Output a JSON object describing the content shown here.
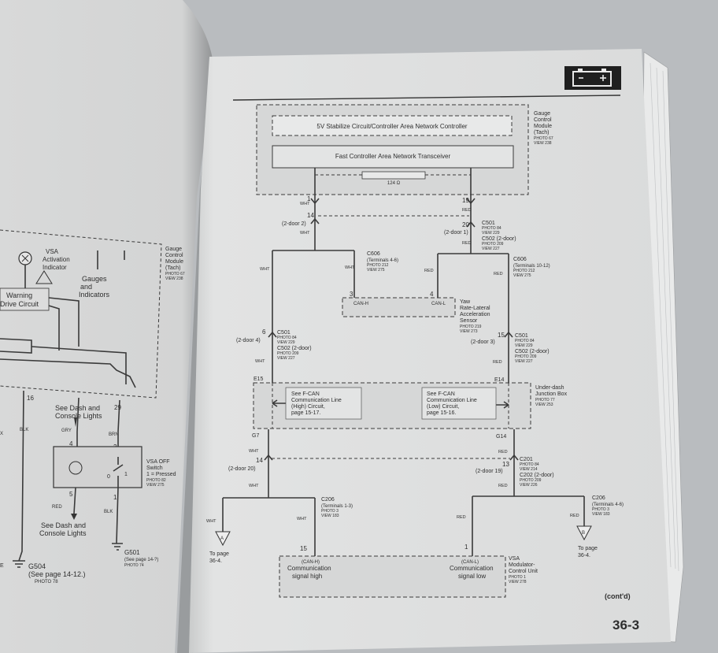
{
  "header": {
    "page_number": "36-3",
    "contd": "(cont'd)",
    "section_icon": "battery-icon"
  },
  "module": {
    "name": [
      "Gauge",
      "Control",
      "Module",
      "(Tach)"
    ],
    "ref": [
      "PHOTO 67",
      "VIEW 238"
    ],
    "stabilize": "5V Stabilize Circuit/Controller Area Network Controller",
    "transceiver": "Fast Controller Area Network Transceiver",
    "resistor": "124 Ω"
  },
  "wires": {
    "wht": "WHT",
    "red": "RED"
  },
  "pins": {
    "p1": "1",
    "p19": "19",
    "p14": "14",
    "p20": "20",
    "p3": "3",
    "p4": "4",
    "p6": "6",
    "p15": "15",
    "p14b": "14",
    "p13": "13",
    "p15b": "15",
    "p1b": "1"
  },
  "connectors": {
    "door2": "(2-door 2)",
    "door1": "(2-door 1)",
    "door4": "(2-door 4)",
    "door3": "(2-door 3)",
    "door20": "(2-door 20)",
    "door19": "(2-door 19)",
    "c501_right": [
      "C501",
      "PHOTO 84",
      "VIEW 229",
      "C502 (2-door)",
      "PHOTO 209",
      "VIEW 227"
    ],
    "c606_left": [
      "C606",
      "(Terminals 4-6)",
      "PHOTO 212",
      "VIEW 275"
    ],
    "c606_right": [
      "C606",
      "(Terminals 10-12)",
      "PHOTO 212",
      "VIEW 275"
    ],
    "c501_mid_left": [
      "C501",
      "PHOTO 84",
      "VIEW 229",
      "C502 (2-door)",
      "PHOTO 209",
      "VIEW 227"
    ],
    "c501_mid_right": [
      "C501",
      "PHOTO 84",
      "VIEW 229",
      "C502 (2-door)",
      "PHOTO 209",
      "VIEW 227"
    ],
    "c201": [
      "C201",
      "PHOTO 84",
      "VIEW 214",
      "C202 (2-door)",
      "PHOTO 209",
      "VIEW 226"
    ],
    "c206_left": [
      "C206",
      "(Terminals 1-3)",
      "PHOTO 3",
      "VIEW 183"
    ],
    "c206_right": [
      "C206",
      "(Terminals 4-6)",
      "PHOTO 3",
      "VIEW 183"
    ]
  },
  "yaw": {
    "canh": "CAN-H",
    "canl": "CAN-L",
    "label": [
      "Yaw",
      "Rate-Lateral",
      "Acceleration",
      "Sensor"
    ],
    "ref": [
      "PHOTO 219",
      "VIEW 273"
    ]
  },
  "junction": {
    "e15": "E15",
    "e14": "E14",
    "g7": "G7",
    "g14": "G14",
    "name": [
      "Under-dash",
      "Junction Box"
    ],
    "ref": [
      "PHOTO 77",
      "VIEW 253"
    ],
    "left_text": [
      "See F-CAN",
      "Communication Line",
      "(High) Circuit,",
      "page 15-17."
    ],
    "right_text": [
      "See F-CAN",
      "Communication Line",
      "(Low) Circuit,",
      "page 15-16."
    ]
  },
  "topage": {
    "a": "A",
    "b": "B",
    "left": [
      "To page",
      "36-4."
    ],
    "right": [
      "To page",
      "36-4."
    ]
  },
  "vsa": {
    "canh": "(CAN-H)",
    "canl": "(CAN-L)",
    "high": [
      "Communication",
      "signal high"
    ],
    "low": [
      "Communication",
      "signal low"
    ],
    "name": [
      "VSA",
      "Modulator-",
      "Control Unit"
    ],
    "ref": [
      "PHOTO 1",
      "VIEW 278"
    ]
  },
  "leftpage": {
    "gcm": [
      "Gauge",
      "Control",
      "Module",
      "(Tach)"
    ],
    "gcm_ref": [
      "PHOTO 67",
      "VIEW 238"
    ],
    "vsa_ind": [
      "VSA",
      "Activation",
      "Indicator"
    ],
    "gauges": [
      "Gauges",
      "and",
      "Indicators"
    ],
    "warning": [
      "Warning",
      "Drive Circuit"
    ],
    "pin16": "16",
    "pin29": "29",
    "pin4": "4",
    "pin2": "2",
    "pin5": "5",
    "pin1": "1",
    "blk": "BLK",
    "gry": "GRY",
    "brn": "BRN",
    "red": "RED",
    "blk2": "BLK",
    "see_top": [
      "See Dash and",
      "Console Lights"
    ],
    "see_bottom": [
      "See Dash and",
      "Console Lights"
    ],
    "vsa_off": [
      "VSA OFF",
      "Switch",
      "1 = Pressed"
    ],
    "vsa_off_ref": [
      "PHOTO 82",
      "VIEW 275"
    ],
    "sw0": "0",
    "sw1": "1",
    "g501": "G501",
    "g501_ref": "(See page 14-?)",
    "g501_photo": "PHOTO 74",
    "g504": "G504",
    "g504_ref": "(See page 14-12.)",
    "g504_photo": "PHOTO 78",
    "x_edge": "X",
    "e_edge": "E"
  }
}
